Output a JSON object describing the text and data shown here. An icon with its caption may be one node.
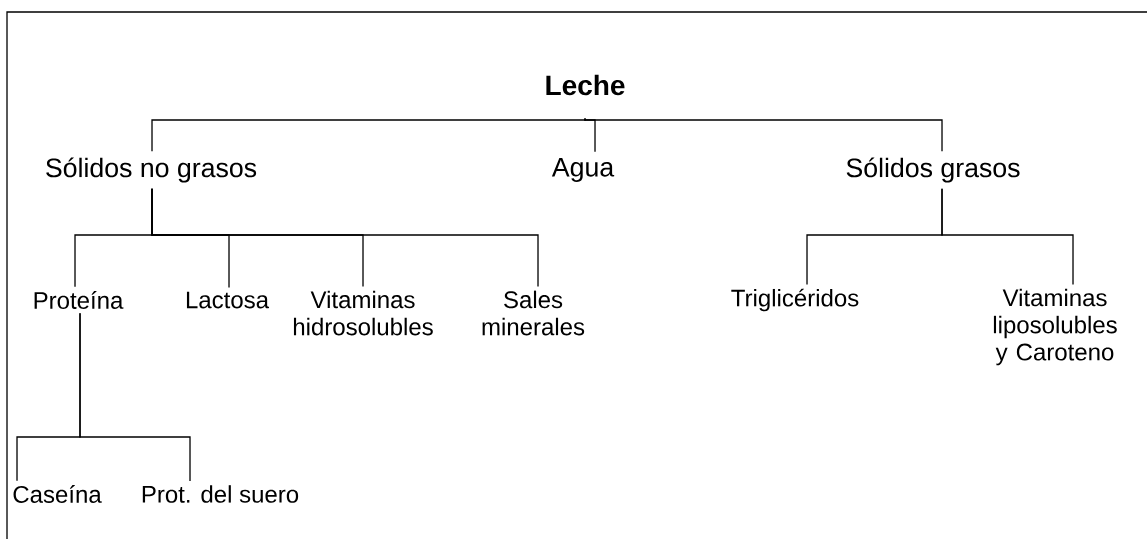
{
  "diagram": {
    "nodes": [
      {
        "text": [
          "Leche"
        ]
      },
      {
        "text": [
          "Sólidos no grasos"
        ]
      },
      {
        "text": [
          "Agua"
        ]
      },
      {
        "text": [
          "Sólidos grasos"
        ]
      },
      {
        "text": [
          "Proteína"
        ]
      },
      {
        "text": [
          "Lactosa"
        ]
      },
      {
        "text": [
          "Vitaminas hidrosolubles"
        ]
      },
      {
        "text": [
          "Sales minerales"
        ]
      },
      {
        "text": [
          "Triglicéridos"
        ]
      },
      {
        "text": [
          "Vitaminas liposolubles y Caroteno"
        ]
      },
      {
        "text": [
          "Caseína"
        ]
      },
      {
        "text": [
          "Prot. del suero"
        ]
      }
    ],
    "edges": [
      {
        "from": 0,
        "to": 1,
        "arrow": "none"
      },
      {
        "from": 0,
        "to": 2,
        "arrow": "none"
      },
      {
        "from": 0,
        "to": 3,
        "arrow": "none"
      },
      {
        "from": 1,
        "to": 4,
        "arrow": "none"
      },
      {
        "from": 1,
        "to": 5,
        "arrow": "none"
      },
      {
        "from": 1,
        "to": 6,
        "arrow": "none"
      },
      {
        "from": 1,
        "to": 7,
        "arrow": "none"
      },
      {
        "from": 3,
        "to": 8,
        "arrow": "none"
      },
      {
        "from": 3,
        "to": 9,
        "arrow": "none"
      },
      {
        "from": 4,
        "to": 10,
        "arrow": "none"
      },
      {
        "from": 4,
        "to": 11,
        "arrow": "none"
      }
    ]
  }
}
